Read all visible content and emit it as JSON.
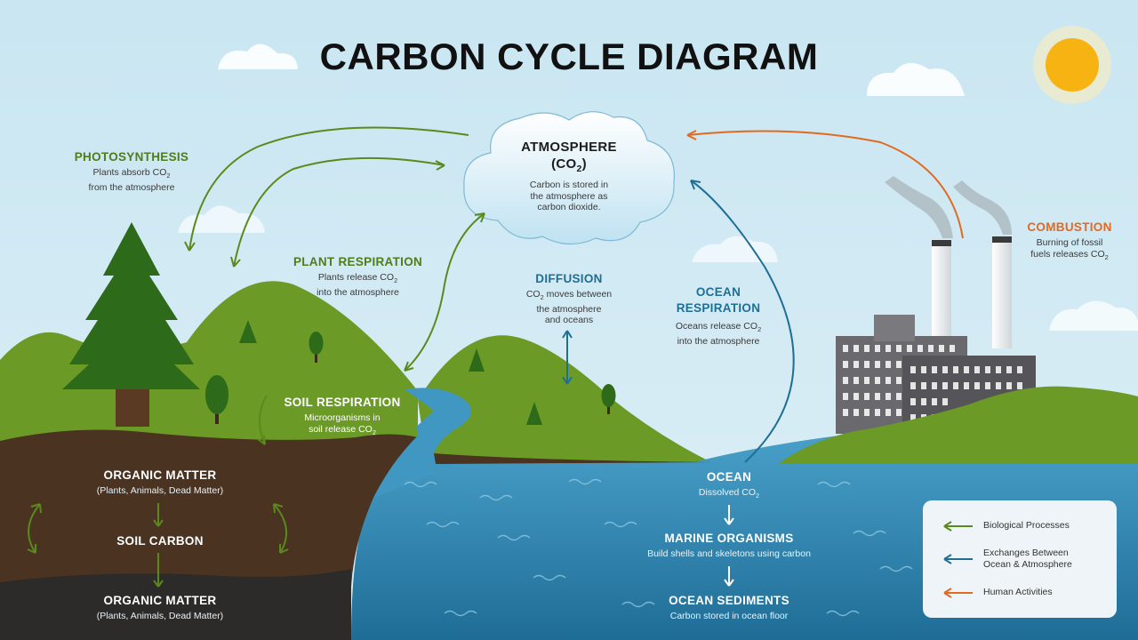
{
  "title": "CARBON CYCLE DIAGRAM",
  "atmosphere": {
    "heading": "ATMOSPHERE",
    "formula_prefix": "(CO",
    "formula_sub": "2",
    "formula_suffix": ")",
    "desc_line1": "Carbon is stored in",
    "desc_line2": "the atmosphere as",
    "desc_line3": "carbon dioxide."
  },
  "photosynthesis": {
    "heading": "PHOTOSYNTHESIS",
    "line1_prefix": "Plants absorb CO",
    "line1_sub": "2",
    "line2": "from the atmosphere"
  },
  "plant_respiration": {
    "heading": "PLANT RESPIRATION",
    "line1_prefix": "Plants release CO",
    "line1_sub": "2",
    "line2": "into the atmosphere"
  },
  "soil_respiration": {
    "heading": "SOIL RESPIRATION",
    "line1": "Microorganisms in",
    "line2_prefix": "soil release CO",
    "line2_sub": "2"
  },
  "diffusion": {
    "heading": "DIFFUSION",
    "line1_prefix": "CO",
    "line1_sub": "2",
    "line1_suffix": " moves between",
    "line2": "the atmosphere",
    "line3": "and oceans"
  },
  "ocean_respiration": {
    "heading_line1": "OCEAN",
    "heading_line2": "RESPIRATION",
    "line1_prefix": "Oceans release CO",
    "line1_sub": "2",
    "line2": "into the atmosphere"
  },
  "combustion": {
    "heading": "COMBUSTION",
    "line1": "Burning of fossil",
    "line2_prefix": "fuels releases CO",
    "line2_sub": "2"
  },
  "soil": {
    "organic_matter_top": {
      "heading": "ORGANIC MATTER",
      "desc": "(Plants, Animals, Dead Matter)"
    },
    "soil_carbon": {
      "heading": "SOIL CARBON"
    },
    "organic_matter_bottom": {
      "heading": "ORGANIC MATTER",
      "desc": "(Plants, Animals, Dead Matter)"
    }
  },
  "ocean": {
    "ocean": {
      "heading": "OCEAN",
      "desc_prefix": "Dissolved CO",
      "desc_sub": "2"
    },
    "marine": {
      "heading": "MARINE ORGANISMS",
      "desc": "Build shells and skeletons using carbon"
    },
    "sediments": {
      "heading": "OCEAN SEDIMENTS",
      "desc": "Carbon stored in ocean floor"
    }
  },
  "legend": {
    "biological": "Biological Processes",
    "exchange_line1": "Exchanges Between",
    "exchange_line2": "Ocean & Atmosphere",
    "human": "Human Activities"
  },
  "colors": {
    "biological": "#5a8a1c",
    "exchange": "#1f6f95",
    "human": "#e06a21",
    "sky": "#cfe8f3",
    "sun": "#f6b312",
    "hill": "#6b9a26",
    "water": "#2f87b4"
  }
}
